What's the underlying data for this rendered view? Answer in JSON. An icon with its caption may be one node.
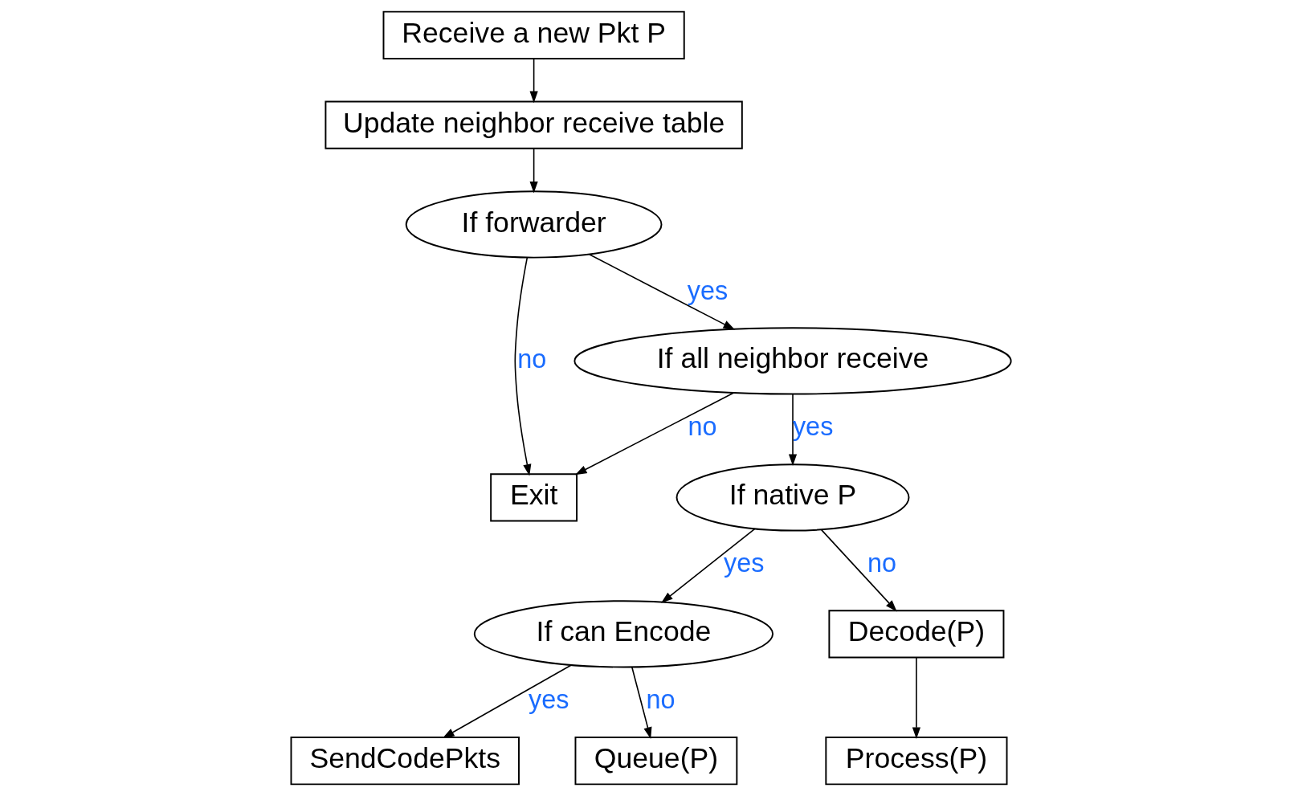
{
  "diagram": {
    "nodes": [
      {
        "text": [
          "Receive a new Pkt P"
        ]
      },
      {
        "text": [
          "Update neighbor receive table"
        ]
      },
      {
        "text": [
          "If forwarder"
        ]
      },
      {
        "text": [
          "Exit"
        ]
      },
      {
        "text": [
          "If all neighbor receive"
        ]
      },
      {
        "text": [
          "If native P"
        ]
      },
      {
        "text": [
          "If can Encode"
        ]
      },
      {
        "text": [
          "Decode(P)"
        ]
      },
      {
        "text": [
          "SendCodePkts"
        ]
      },
      {
        "text": [
          "Queue(P)"
        ]
      },
      {
        "text": [
          "Process(P)"
        ]
      }
    ],
    "edges": [
      {
        "from": 0,
        "to": 1,
        "arrow": "to"
      },
      {
        "from": 1,
        "to": 2,
        "arrow": "to"
      },
      {
        "from": 2,
        "to": 3,
        "arrow": "to",
        "label": "no"
      },
      {
        "from": 2,
        "to": 4,
        "arrow": "to",
        "label": "yes"
      },
      {
        "from": 4,
        "to": 3,
        "arrow": "to",
        "label": "no"
      },
      {
        "from": 4,
        "to": 5,
        "arrow": "to",
        "label": "yes"
      },
      {
        "from": 5,
        "to": 6,
        "arrow": "to",
        "label": "yes"
      },
      {
        "from": 5,
        "to": 7,
        "arrow": "to",
        "label": "no"
      },
      {
        "from": 6,
        "to": 8,
        "arrow": "to",
        "label": "yes"
      },
      {
        "from": 6,
        "to": 9,
        "arrow": "to",
        "label": "no"
      },
      {
        "from": 7,
        "to": 10,
        "arrow": "to"
      }
    ]
  }
}
